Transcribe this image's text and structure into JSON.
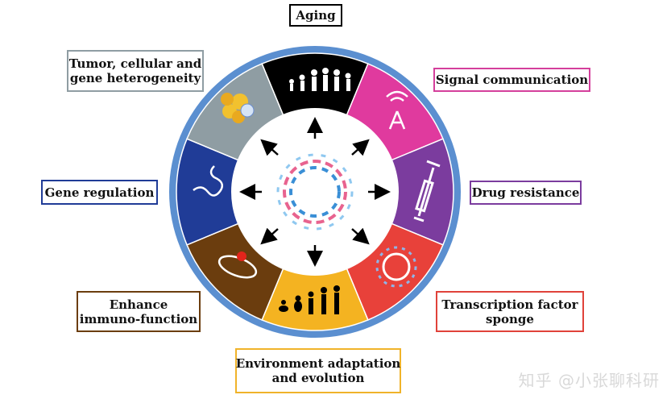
{
  "labels": {
    "aging": "Aging",
    "signal": "Signal communication",
    "drug": "Drug resistance",
    "tf_sponge_1": "Transcription factor",
    "tf_sponge_2": "sponge",
    "env_1": "Environment adaptation",
    "env_2": "and evolution",
    "immuno_1": "Enhance",
    "immuno_2": "immuno-function",
    "gene_reg": "Gene regulation",
    "tumor_1": "Tumor, cellular and",
    "tumor_2": "gene heterogeneity"
  },
  "colors": {
    "aging": "#000000",
    "signal": "#e03a9e",
    "drug": "#7b3c9e",
    "tf_sponge": "#e8413a",
    "env": "#f4b321",
    "immuno": "#6b3d0e",
    "gene_reg": "#203c97",
    "tumor": "#8f9da3",
    "outer_ring": "#5b8fd0"
  },
  "watermark": "知乎 @小张聊科研"
}
